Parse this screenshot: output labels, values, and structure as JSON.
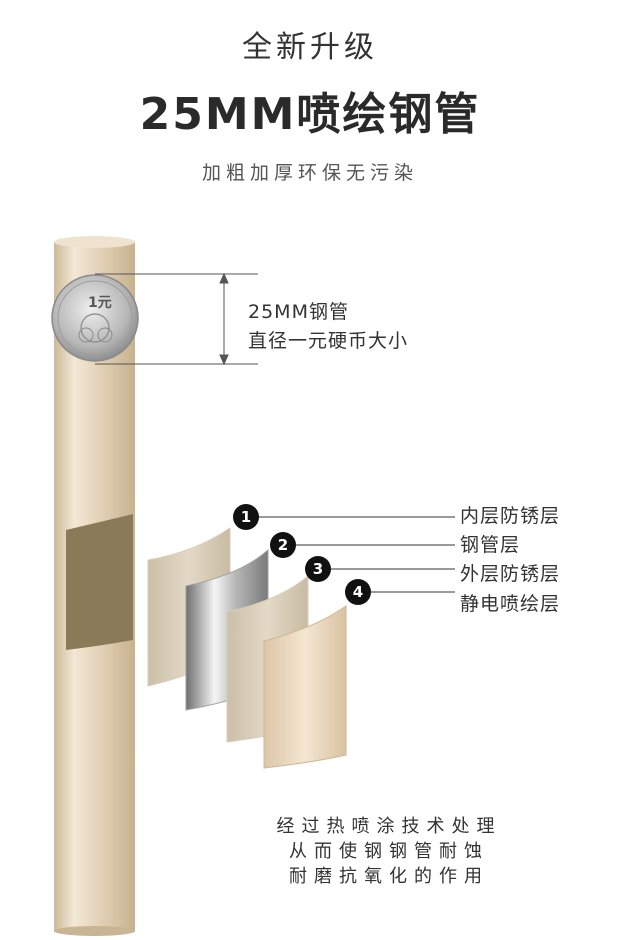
{
  "header": {
    "subtitle": "全新升级",
    "title": "25MM喷绘钢管",
    "tagline": "加粗加厚环保无污染"
  },
  "diameter": {
    "line1": "25MM钢管",
    "line2": "直径一元硬币大小",
    "coin_text": "1元"
  },
  "layers": [
    {
      "num": "1",
      "label": "内层防锈层"
    },
    {
      "num": "2",
      "label": "钢管层"
    },
    {
      "num": "3",
      "label": "外层防锈层"
    },
    {
      "num": "4",
      "label": "静电喷绘层"
    }
  ],
  "caption": {
    "line1": "经过热喷涂技术处理",
    "line2": "从而使钢钢管耐蚀",
    "line3": "耐磨抗氧化的作用"
  },
  "colors": {
    "pipe": "#e6d6bd",
    "inner_cut": "#8a7a58",
    "steel": "#bfbfbf"
  }
}
